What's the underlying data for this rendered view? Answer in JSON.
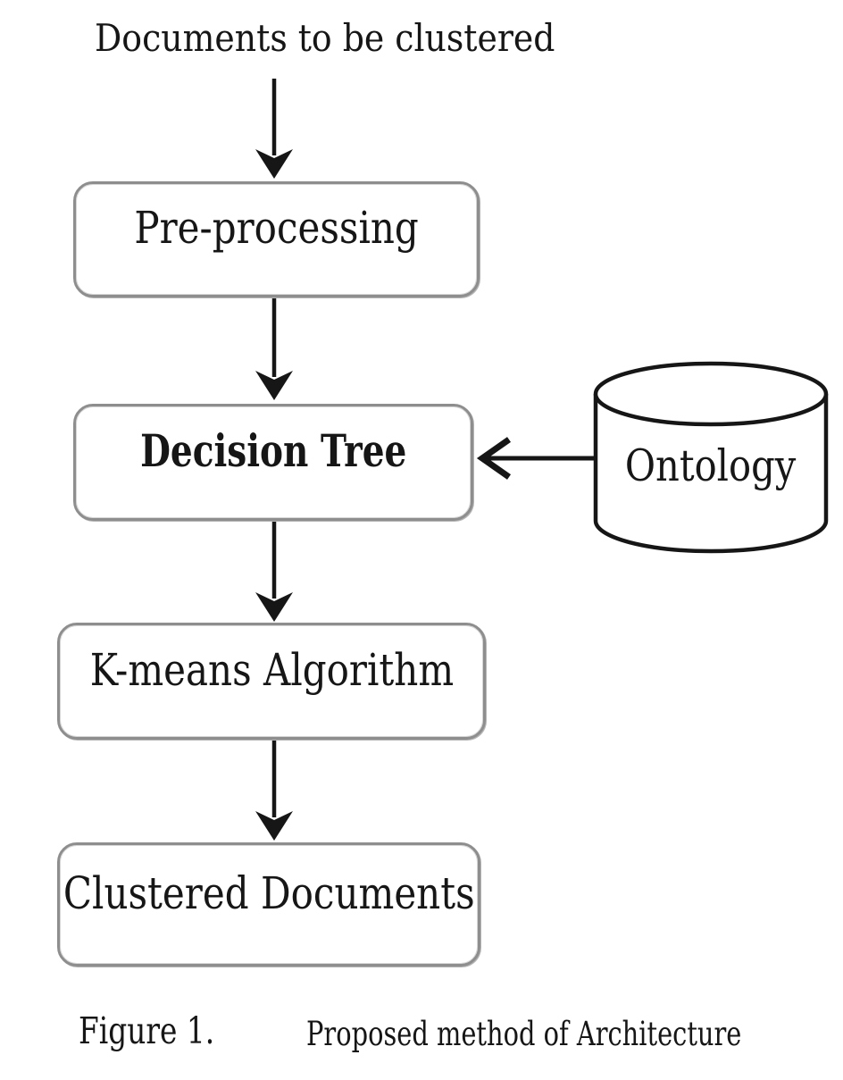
{
  "figure": {
    "input_label": "Documents to be clustered",
    "nodes": [
      {
        "label": "Pre-processing"
      },
      {
        "label": "Decision Tree"
      },
      {
        "label": "K-means Algorithm"
      },
      {
        "label": "Clustered Documents"
      }
    ],
    "datastore": {
      "label": "Ontology",
      "shape": "cylinder"
    },
    "flow": [
      "Documents to be clustered -> Pre-processing",
      "Pre-processing -> Decision Tree",
      "Ontology -> Decision Tree",
      "Decision Tree -> K-means Algorithm",
      "K-means Algorithm -> Clustered Documents"
    ],
    "caption": {
      "label": "Figure 1.",
      "title": "Proposed method of Architecture"
    }
  },
  "colors": {
    "ink": "#161616",
    "box_border": "#8e8e8e",
    "background": "#ffffff"
  }
}
